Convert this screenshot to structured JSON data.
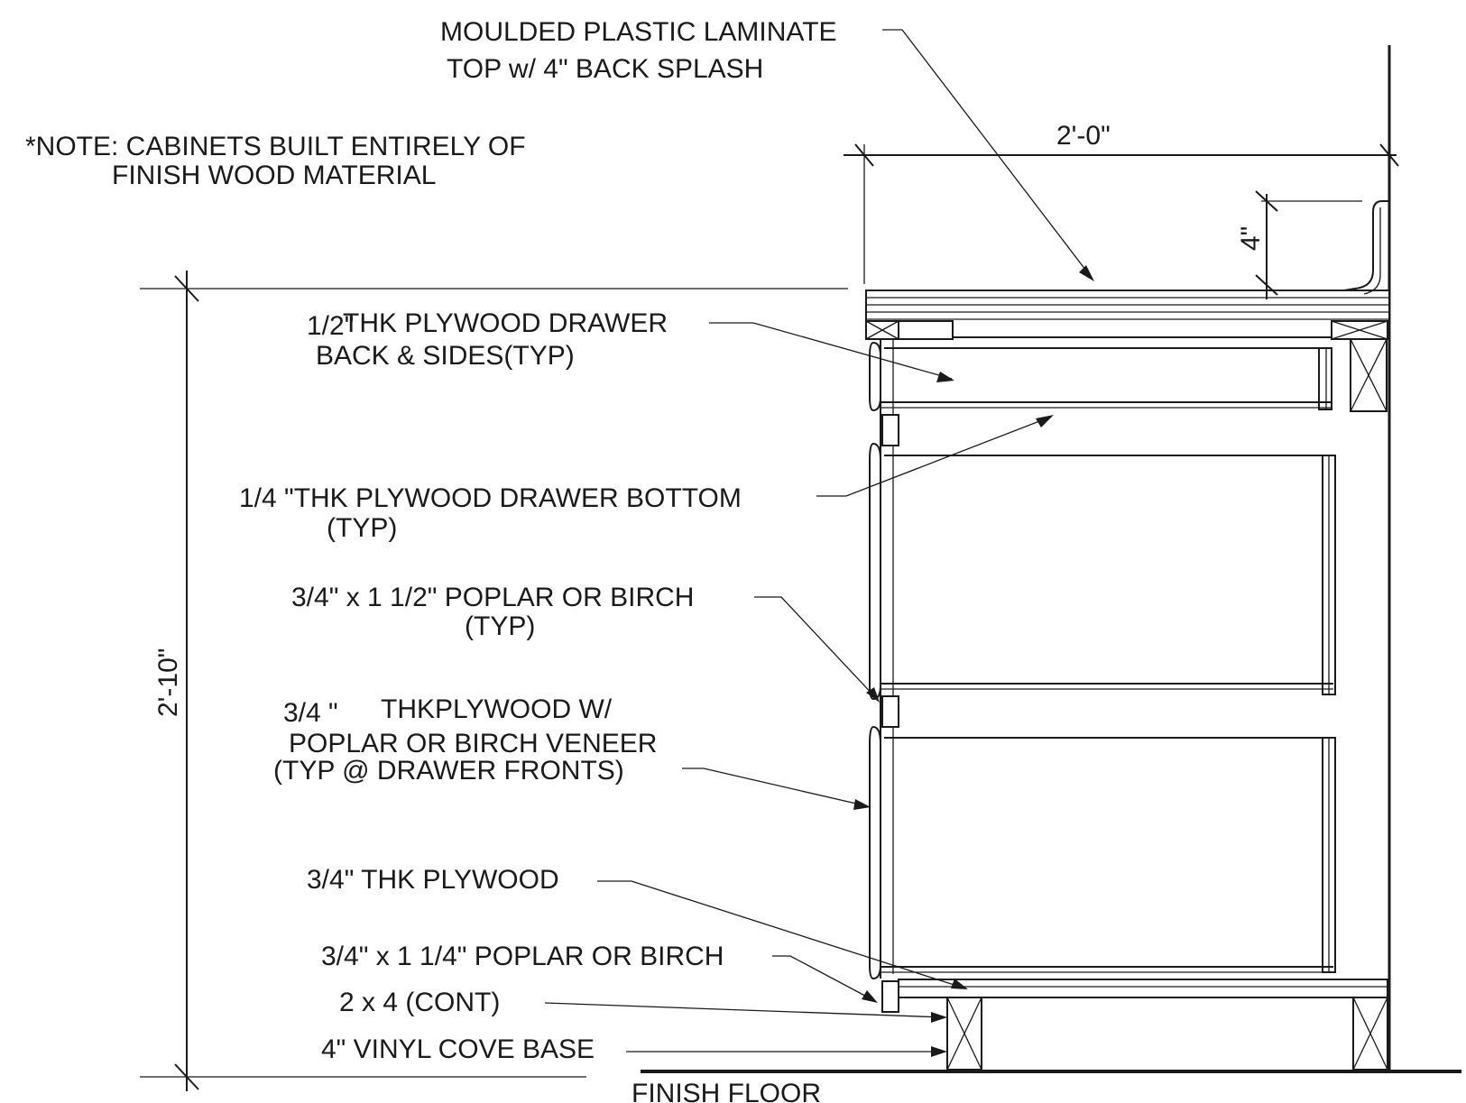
{
  "note": {
    "line1": "*NOTE:  CABINETS BUILT ENTIRELY OF",
    "line2": "FINISH WOOD MATERIAL"
  },
  "dimensions": {
    "depth": "2'-0\"",
    "height": "2'-10\"",
    "backsplash": "4\""
  },
  "labels": {
    "top_line1": "MOULDED PLASTIC LAMINATE",
    "top_line2": "TOP w/ 4\" BACK SPLASH",
    "drawer_back_prefix": "1/2\"",
    "drawer_back_line1": "THK PLYWOOD DRAWER",
    "drawer_back_line2": "BACK & SIDES(TYP)",
    "drawer_bottom_line1": "1/4 \"THK PLYWOOD DRAWER BOTTOM",
    "drawer_bottom_line2": "(TYP)",
    "rail_line1": "3/4\" x 1 1/2\" POPLAR OR BIRCH",
    "rail_line2": "(TYP)",
    "front_line1a": "3/4 \"",
    "front_line1b": "THKPLYWOOD W/",
    "front_line2": "POPLAR OR BIRCH VENEER",
    "front_line3": "(TYP @ DRAWER FRONTS)",
    "bottom_plywood": "3/4\" THK PLYWOOD",
    "bottom_rail": "3/4\" x 1 1/4\" POPLAR OR BIRCH",
    "two_by_four": "2 x 4 (CONT)",
    "cove_base": "4\" VINYL COVE BASE",
    "finish_floor": "FINISH FLOOR"
  }
}
